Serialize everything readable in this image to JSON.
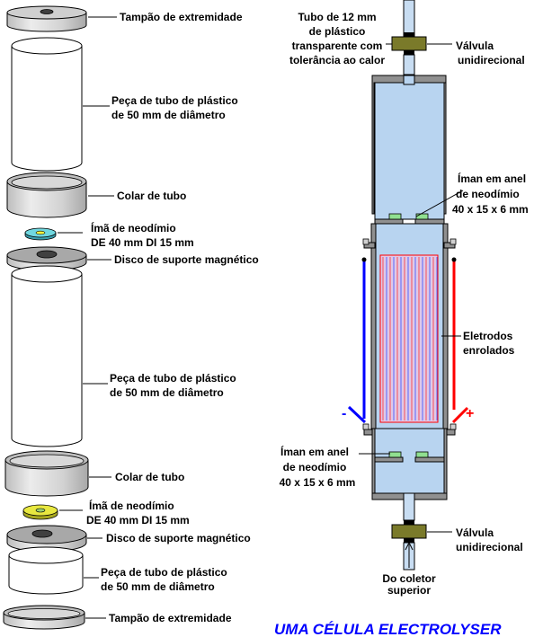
{
  "title": "UMA CÉLULA ELECTROLYSER",
  "colors": {
    "title": "#0000ff",
    "water": "#b8d4f0",
    "valve": "#7a7a2a",
    "negative": "#0000ff",
    "positive": "#ff0000",
    "magnet_green": "#90e090",
    "magnet_cyan": "#70d8e0",
    "magnet_yellow": "#e8e840"
  },
  "left_parts": [
    {
      "id": "end-cap-top",
      "lines": [
        "Tampão de extremidade"
      ]
    },
    {
      "id": "tube-1",
      "lines": [
        "Peça de tubo de plástico",
        "de 50 mm de diâmetro"
      ]
    },
    {
      "id": "collar-1",
      "lines": [
        "Colar de tubo"
      ]
    },
    {
      "id": "magnet-1",
      "lines": [
        "Ímã de neodímio",
        "DE 40 mm DI 15 mm"
      ]
    },
    {
      "id": "disc-1",
      "lines": [
        "Disco de suporte magnético"
      ]
    },
    {
      "id": "tube-2",
      "lines": [
        "Peça de tubo de plástico",
        "de 50 mm de diâmetro"
      ]
    },
    {
      "id": "collar-2",
      "lines": [
        "Colar de tubo"
      ]
    },
    {
      "id": "magnet-2",
      "lines": [
        "Ímã de neodímio",
        "DE 40 mm DI 15 mm"
      ]
    },
    {
      "id": "disc-2",
      "lines": [
        "Disco de suporte magnético"
      ]
    },
    {
      "id": "tube-3",
      "lines": [
        "Peça de tubo de plástico",
        "de 50 mm de diâmetro"
      ]
    },
    {
      "id": "end-cap-bottom",
      "lines": [
        "Tampão de extremidade"
      ]
    }
  ],
  "right_labels": {
    "inlet_tube": [
      "Tubo de 12 mm",
      "de plástico",
      "transparente com",
      "tolerância ao calor"
    ],
    "valve_top": [
      "Válvula",
      "unidirecional"
    ],
    "ring_magnet_top": [
      "Íman em anel",
      "de neodímio",
      "40 x 15 x 6 mm"
    ],
    "electrodes": [
      "Eletrodos",
      "enrolados"
    ],
    "ring_magnet_bottom": [
      "Íman em anel",
      "de neodímio",
      "40 x 15 x 6 mm"
    ],
    "valve_bottom": [
      "Válvula",
      "unidirecional"
    ],
    "collector": [
      "Do coletor",
      "superior"
    ]
  },
  "polarity": {
    "negative": "-",
    "positive": "+"
  }
}
